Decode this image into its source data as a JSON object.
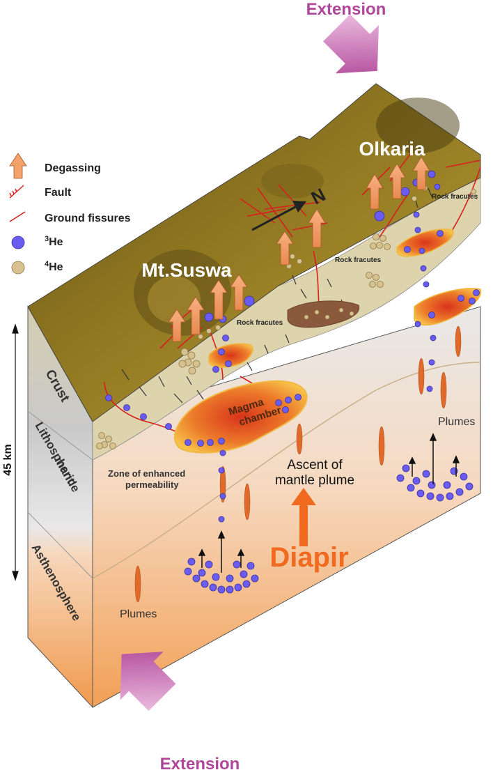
{
  "labels": {
    "extension_top": "Extension",
    "extension_bottom": "Extension",
    "olkaria": "Olkaria",
    "mt_suswa": "Mt.Suswa",
    "north": "N",
    "rock_fractures_1": "Rock fracutes",
    "rock_fractures_2": "Rock fracutes",
    "rock_fractures_3": "Rock fracutes",
    "magma_chamber_line1": "Magma",
    "magma_chamber_line2": "chamber",
    "zone_line1": "Zone of enhanced",
    "zone_line2": "permeability",
    "ascent_line1": "Ascent of",
    "ascent_line2": "mantle plume",
    "diapir": "Diapir",
    "plumes_right": "Plumes",
    "plumes_left": "Plumes",
    "crust": "Crust",
    "litho_line1": "Lithospheric",
    "litho_line2": "mantle",
    "asthenosphere": "Asthenosphere",
    "depth": "45 km"
  },
  "legend": [
    {
      "symbol": "degassing-arrow",
      "label": "Degassing"
    },
    {
      "symbol": "fault",
      "label": "Fault"
    },
    {
      "symbol": "ground-fissure",
      "label": "Ground fissures"
    },
    {
      "symbol": "helium3-dot",
      "sup": "3",
      "label": "He"
    },
    {
      "symbol": "helium4-dot",
      "sup": "4",
      "label": "He"
    }
  ],
  "colors": {
    "extension": "#b0479a",
    "diapir": "#f06a1f",
    "degassing": "#f4a26a",
    "helium3": "#6a5cf0",
    "helium4": "#d7c28f",
    "fault": "#d81e1e",
    "crust": "#d8cfa9",
    "litho": "#d9d9d9",
    "astheno": "#f6b27a"
  }
}
